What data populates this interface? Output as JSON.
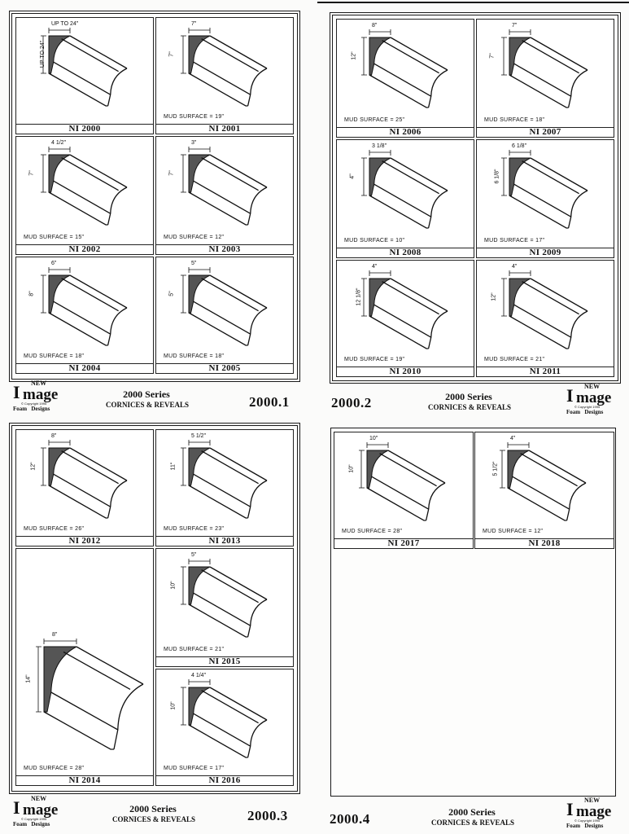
{
  "sheets": [
    {
      "page_number": "2000.1",
      "series_title": "2000 Series",
      "series_subtitle": "CORNICES & REVEALS",
      "cells": [
        {
          "label": "NI 2000",
          "width_dim": "UP TO 24\"",
          "height_dim": "UP TO 24\"",
          "mud_surface": ""
        },
        {
          "label": "NI 2001",
          "width_dim": "7\"",
          "height_dim": "7\"",
          "mud_surface": "MUD SURFACE = 19\""
        },
        {
          "label": "NI 2002",
          "width_dim": "4 1/2\"",
          "height_dim": "7\"",
          "mud_surface": "MUD SURFACE = 15\""
        },
        {
          "label": "NI 2003",
          "width_dim": "3\"",
          "height_dim": "7\"",
          "mud_surface": "MUD SURFACE = 12\""
        },
        {
          "label": "NI 2004",
          "width_dim": "6\"",
          "height_dim": "8\"",
          "mud_surface": "MUD SURFACE = 18\""
        },
        {
          "label": "NI 2005",
          "width_dim": "5\"",
          "height_dim": "5\"",
          "mud_surface": "MUD SURFACE = 18\""
        }
      ]
    },
    {
      "page_number": "2000.2",
      "series_title": "2000 Series",
      "series_subtitle": "CORNICES & REVEALS",
      "cells": [
        {
          "label": "NI 2006",
          "width_dim": "8\"",
          "height_dim": "12\"",
          "mud_surface": "MUD SURFACE = 25\""
        },
        {
          "label": "NI 2007",
          "width_dim": "7\"",
          "height_dim": "7\"",
          "mud_surface": "MUD SURFACE = 18\""
        },
        {
          "label": "NI 2008",
          "width_dim": "3 1/8\"",
          "height_dim": "4\"",
          "mud_surface": "MUD SURFACE = 10\""
        },
        {
          "label": "NI 2009",
          "width_dim": "6 1/8\"",
          "height_dim": "6 1/8\"",
          "mud_surface": "MUD SURFACE = 17\""
        },
        {
          "label": "NI 2010",
          "width_dim": "4\"",
          "height_dim": "12 1/8\"",
          "mud_surface": "MUD SURFACE = 19\""
        },
        {
          "label": "NI 2011",
          "width_dim": "4\"",
          "height_dim": "12\"",
          "mud_surface": "MUD SURFACE = 21\""
        }
      ]
    },
    {
      "page_number": "2000.3",
      "series_title": "2000 Series",
      "series_subtitle": "CORNICES & REVEALS",
      "cells": [
        {
          "label": "NI 2012",
          "width_dim": "8\"",
          "height_dim": "12\"",
          "mud_surface": "MUD SURFACE = 26\""
        },
        {
          "label": "NI 2013",
          "width_dim": "5 1/2\"",
          "height_dim": "11\"",
          "mud_surface": "MUD SURFACE = 23\""
        },
        {
          "label": "NI 2015",
          "width_dim": "5\"",
          "height_dim": "10\"",
          "mud_surface": "MUD SURFACE = 21\""
        },
        {
          "label": "NI 2014",
          "width_dim": "8\"",
          "height_dim": "14\"",
          "mud_surface": "MUD SURFACE = 28\""
        },
        {
          "label": "NI 2016",
          "width_dim": "4 1/4\"",
          "height_dim": "10\"",
          "mud_surface": "MUD SURFACE = 17\""
        }
      ]
    },
    {
      "page_number": "2000.4",
      "series_title": "2000 Series",
      "series_subtitle": "CORNICES & REVEALS",
      "cells": [
        {
          "label": "NI 2017",
          "width_dim": "10\"",
          "height_dim": "10\"",
          "mud_surface": "MUD SURFACE = 28\""
        },
        {
          "label": "NI 2018",
          "width_dim": "4\"",
          "height_dim": "5 1/2\"",
          "mud_surface": "MUD SURFACE = 12\""
        }
      ]
    }
  ],
  "logo": {
    "new": "NEW",
    "initial": "I",
    "rest": "mage",
    "copyright": "© Copyright 1995",
    "foam": "Foam",
    "designs": "Designs"
  }
}
